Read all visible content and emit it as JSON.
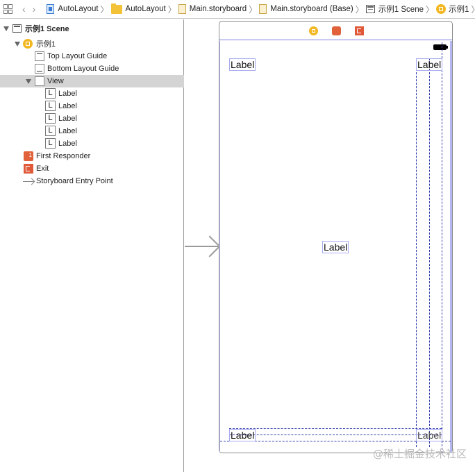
{
  "jumpbar": {
    "items": [
      {
        "label": "AutoLayout",
        "icon": "project-file-icon"
      },
      {
        "label": "AutoLayout",
        "icon": "folder-icon"
      },
      {
        "label": "Main.storyboard",
        "icon": "storyboard-icon"
      },
      {
        "label": "Main.storyboard (Base)",
        "icon": "storyboard-icon"
      },
      {
        "label": "示例1 Scene",
        "icon": "scene-icon"
      },
      {
        "label": "示例1",
        "icon": "view-controller-icon"
      }
    ],
    "back_label": "‹",
    "forward_label": "›",
    "separator": "〉"
  },
  "outline": {
    "items": [
      {
        "label": "示例1 Scene",
        "level": 0,
        "icon": "scene-icon",
        "expanded": true
      },
      {
        "label": "示例1",
        "level": 1,
        "icon": "view-controller-icon",
        "expanded": true
      },
      {
        "label": "Top Layout Guide",
        "level": 2,
        "icon": "top-layout-guide-icon"
      },
      {
        "label": "Bottom Layout Guide",
        "level": 2,
        "icon": "bottom-layout-guide-icon"
      },
      {
        "label": "View",
        "level": 2,
        "icon": "view-icon",
        "expanded": true,
        "selected": true
      },
      {
        "label": "Label",
        "level": 3,
        "icon": "label-icon"
      },
      {
        "label": "Label",
        "level": 3,
        "icon": "label-icon"
      },
      {
        "label": "Label",
        "level": 3,
        "icon": "label-icon"
      },
      {
        "label": "Label",
        "level": 3,
        "icon": "label-icon"
      },
      {
        "label": "Label",
        "level": 3,
        "icon": "label-icon"
      },
      {
        "label": "First Responder",
        "level": 1,
        "icon": "first-responder-icon"
      },
      {
        "label": "Exit",
        "level": 1,
        "icon": "exit-icon"
      },
      {
        "label": "Storyboard Entry Point",
        "level": 1,
        "icon": "entry-point-icon"
      }
    ],
    "label_glyph": "L"
  },
  "canvas": {
    "labels": {
      "top_left": "Label",
      "top_right": "Label",
      "center": "Label",
      "bottom_left": "Label",
      "bottom_right": "Label"
    },
    "colors": {
      "guide": "#2c3aa8",
      "selection": "#a7abef",
      "view_controller": "#f2b823",
      "first_responder": "#e0613a",
      "exit": "#e05a3a"
    }
  },
  "watermark": "@稀土掘金技术社区"
}
